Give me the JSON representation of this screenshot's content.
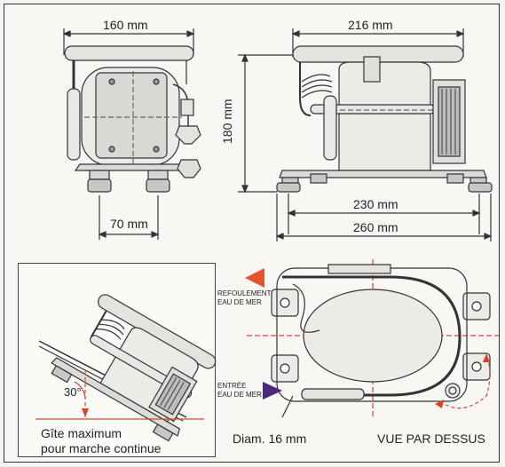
{
  "front_view": {
    "dims": {
      "width": "160 mm",
      "foot_spacing": "70 mm"
    }
  },
  "side_view": {
    "dims": {
      "top_width": "216 mm",
      "height": "180 mm",
      "feet_spacing": "230 mm",
      "base_length": "260 mm"
    }
  },
  "tilt_panel": {
    "angle": "30°",
    "caption_line1": "Gîte maximum",
    "caption_line2": "pour marche continue"
  },
  "top_view": {
    "refoulement_line1": "REFOULEMENT",
    "refoulement_line2": "EAU DE MER",
    "entree_line1": "ENTRÉE",
    "entree_line2": "EAU DE MER",
    "diameter": "Diam. 16 mm",
    "title": "VUE PAR DESSUS",
    "colors": {
      "outlet_arrow": "#e8512e",
      "inlet_arrow": "#4a2a7a",
      "rotation_arrow": "#d9432a"
    }
  }
}
